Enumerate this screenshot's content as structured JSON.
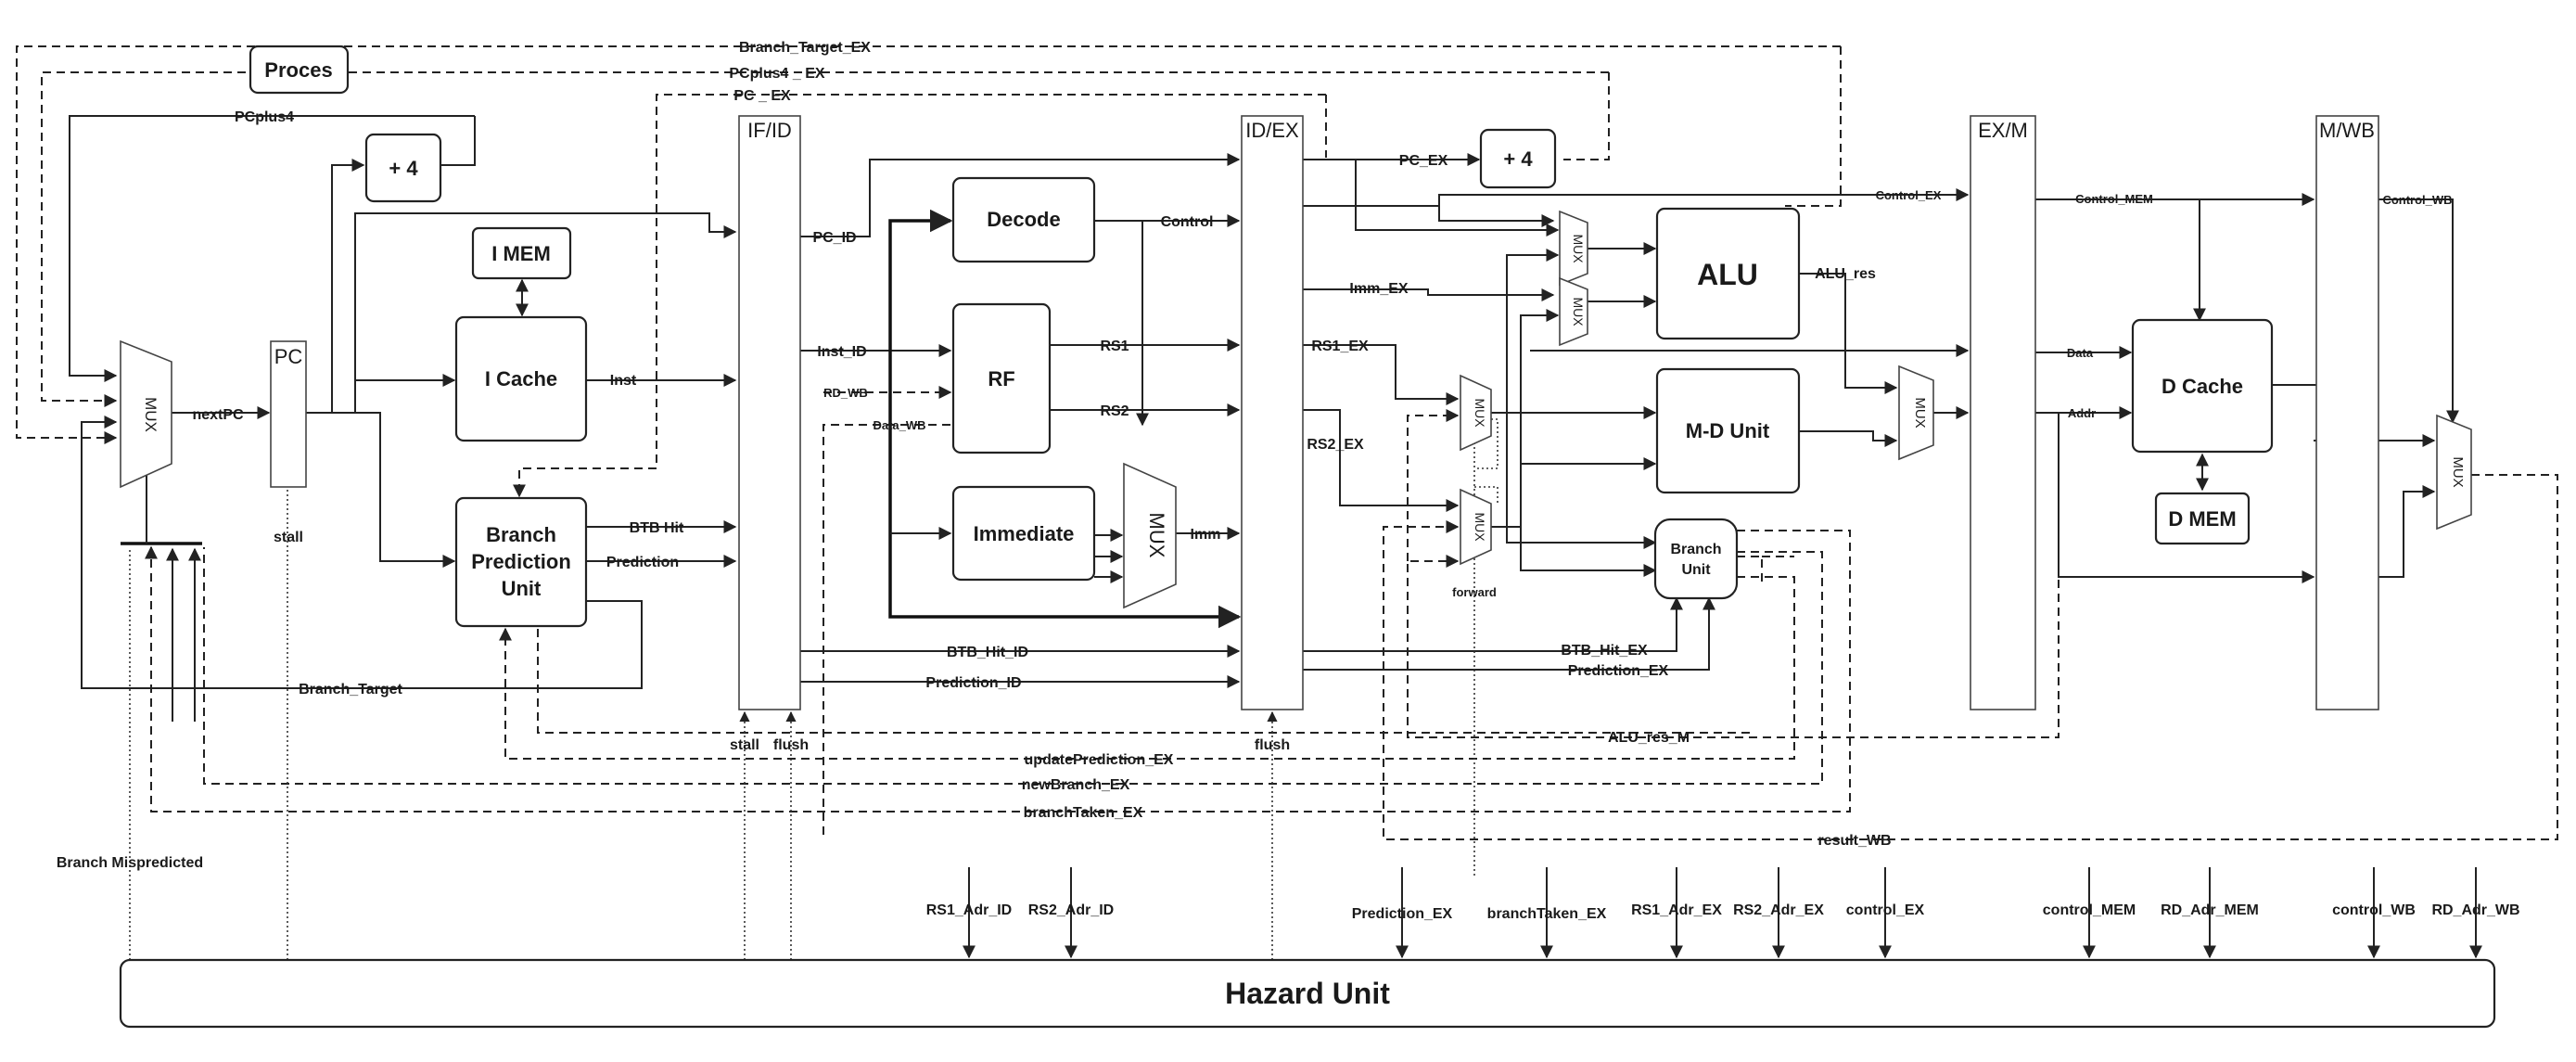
{
  "blocks": {
    "proces": "Proces",
    "plus4_if": "+ 4",
    "plus4_ex": "+ 4",
    "imem": "I MEM",
    "icache": "I Cache",
    "pc": "PC",
    "bpu_l1": "Branch",
    "bpu_l2": "Prediction",
    "bpu_l3": "Unit",
    "decode": "Decode",
    "rf": "RF",
    "immediate": "Immediate",
    "alu": "ALU",
    "mdunit": "M-D Unit",
    "branchunit_l1": "Branch",
    "branchunit_l2": "Unit",
    "dcache": "D Cache",
    "dmem": "D MEM",
    "hazard": "Hazard Unit"
  },
  "registers": {
    "ifid": "IF/ID",
    "idex": "ID/EX",
    "exm": "EX/M",
    "mwb": "M/WB"
  },
  "mux_label": "MUX",
  "signals": {
    "branch_target_ex": "Branch_Target_EX",
    "pcplus4_ex": "PCplus4 _ EX",
    "pc_ex_top": "PC _ EX",
    "pcplus4": "PCplus4",
    "nextpc": "nextPC",
    "stall_pc": "stall",
    "inst": "Inst",
    "btb_hit": "BTB Hit",
    "prediction": "Prediction",
    "branch_target": "Branch_Target",
    "branch_mispredicted": "Branch Mispredicted",
    "pc_id": "PC_ID",
    "inst_id": "Inst_ID",
    "rd_wb": "RD_WB",
    "data_wb": "Data_WB",
    "control": "Control",
    "rs1": "RS1",
    "rs2": "RS2",
    "imm": "Imm",
    "btb_hit_id": "BTB_Hit_ID",
    "prediction_id": "Prediction_ID",
    "stall_ifid": "stall",
    "flush_ifid": "flush",
    "flush_idex": "flush",
    "pc_ex": "PC_EX",
    "imm_ex": "Imm_EX",
    "rs1_ex": "RS1_EX",
    "rs2_ex": "RS2_EX",
    "forward": "forward",
    "alu_res": "ALU_res",
    "control_ex": "Control_EX",
    "btb_hit_ex": "BTB_Hit_EX",
    "prediction_ex": "Prediction_EX",
    "alu_res_m": "ALU_res_M",
    "update_prediction_ex": "updatePrediction_EX",
    "new_branch_ex": "newBranch_EX",
    "branch_taken_ex": "branchTaken_EX",
    "result_wb": "result_WB",
    "control_mem": "Control_MEM",
    "data": "Data",
    "addr": "Addr",
    "control_wb": "Control_WB"
  },
  "hazard_inputs": {
    "rs1_adr_id": "RS1_Adr_ID",
    "rs2_adr_id": "RS2_Adr_ID",
    "prediction_ex": "Prediction_EX",
    "branchtaken_ex": "branchTaken_EX",
    "rs1_adr_ex": "RS1_Adr_EX",
    "rs2_adr_ex": "RS2_Adr_EX",
    "control_ex": "control_EX",
    "control_mem": "control_MEM",
    "rd_adr_mem": "RD_Adr_MEM",
    "control_wb": "control_WB",
    "rd_adr_wb": "RD_Adr_WB"
  }
}
